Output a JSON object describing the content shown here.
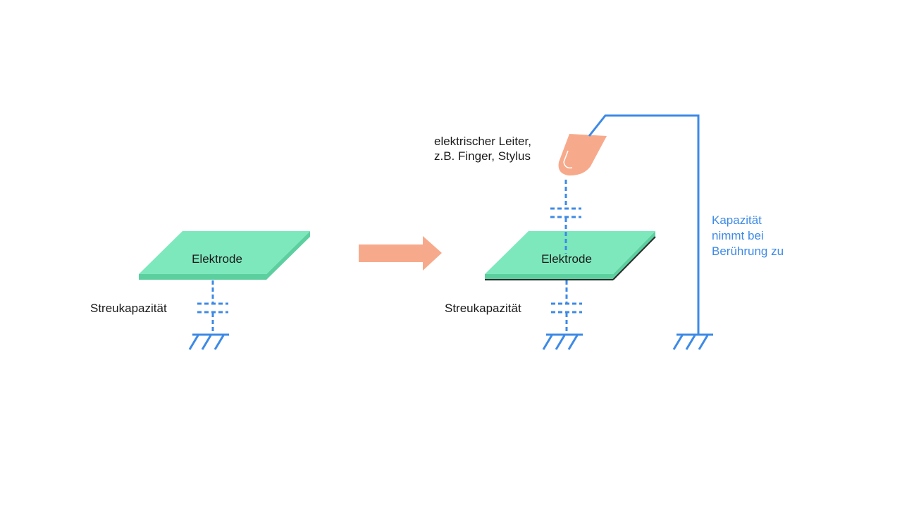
{
  "colors": {
    "electrode_fill": "#7ee8bd",
    "electrode_side": "#5ccf9f",
    "electrode_edge": "#2a2a2a",
    "circuit_blue": "#3d8ae6",
    "arrow": "#f7aa8b",
    "finger": "#f7aa8b",
    "text_dark": "#1a1a1a",
    "text_blue": "#3d8ae6"
  },
  "left_panel": {
    "electrode_label": "Elektrode",
    "stray_capacitance_label": "Streukapazität"
  },
  "right_panel": {
    "electrode_label": "Elektrode",
    "stray_capacitance_label": "Streukapazität",
    "conductor_label_line1": "elektrischer Leiter,",
    "conductor_label_line2": "z.B. Finger, Stylus",
    "capacitance_note_line1": "Kapazität",
    "capacitance_note_line2": "nimmt bei",
    "capacitance_note_line3": "Berührung zu"
  },
  "icons": {
    "transition_arrow": "right-arrow-icon",
    "finger": "finger-icon",
    "ground": "ground-icon",
    "capacitor": "capacitor-icon"
  }
}
